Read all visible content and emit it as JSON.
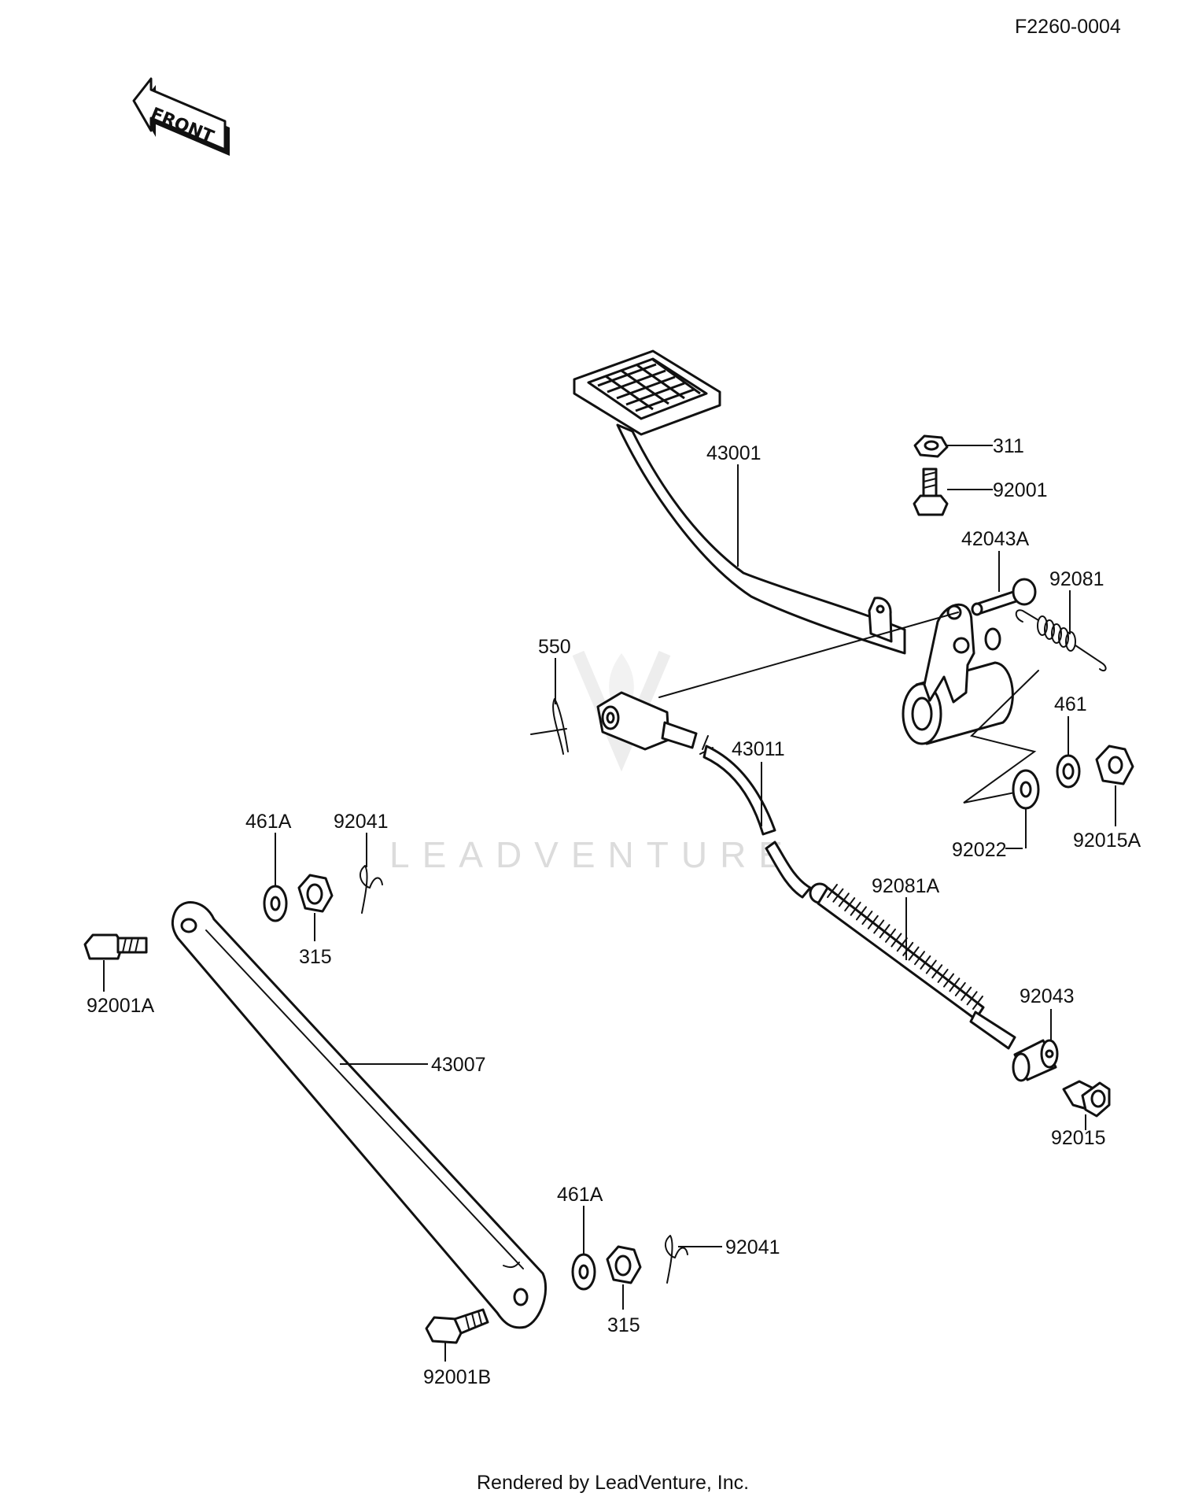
{
  "figure_id": "F2260-0004",
  "front_label": "FRONT",
  "watermark": "LEADVENTURE",
  "footer": "Rendered by LeadVenture, Inc.",
  "callouts": {
    "c311": "311",
    "c92001": "92001",
    "c42043A": "42043A",
    "c92081": "92081",
    "c43001": "43001",
    "c550": "550",
    "c461": "461",
    "c43011": "43011",
    "c92022": "92022",
    "c92015A": "92015A",
    "c461A_top": "461A",
    "c92041_top": "92041",
    "c315_top": "315",
    "c92081A": "92081A",
    "c92001A": "92001A",
    "c92043": "92043",
    "c43007": "43007",
    "c92015": "92015",
    "c461A_bottom": "461A",
    "c92041_bottom": "92041",
    "c315_bottom": "315",
    "c92001B": "92001B"
  }
}
